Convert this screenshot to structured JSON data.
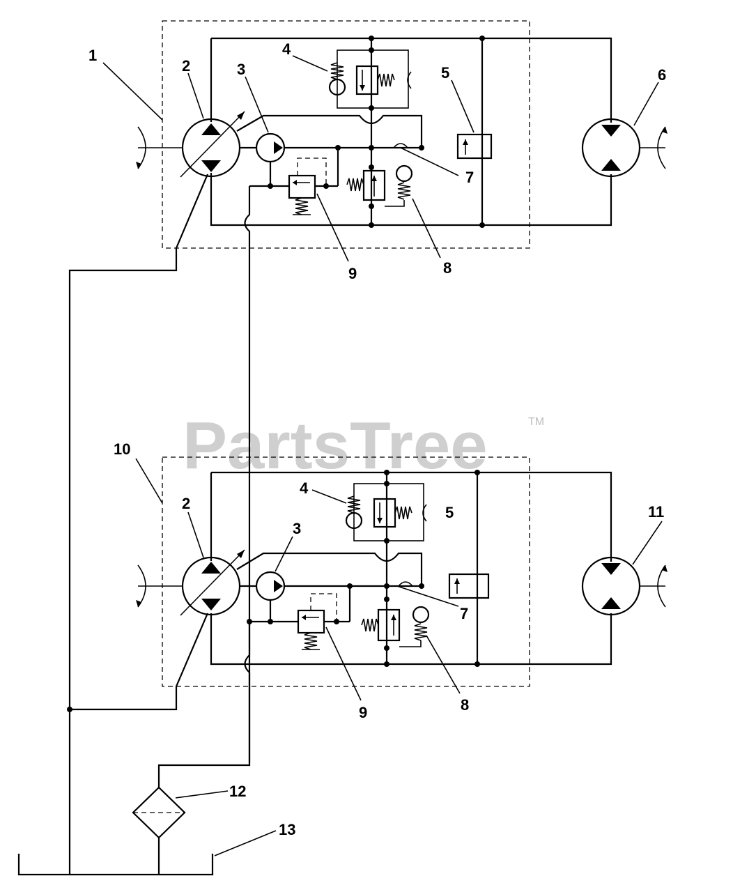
{
  "watermark": {
    "text": "PartsTree",
    "trademark": "TM"
  },
  "callouts": {
    "c1": "1",
    "c2a": "2",
    "c3a": "3",
    "c4a": "4",
    "c5a": "5",
    "c6": "6",
    "c7a": "7",
    "c8a": "8",
    "c9a": "9",
    "c10": "10",
    "c2b": "2",
    "c3b": "3",
    "c4b": "4",
    "c5b": "5",
    "c11": "11",
    "c7b": "7",
    "c8b": "8",
    "c9b": "9",
    "c12": "12",
    "c13": "13"
  }
}
